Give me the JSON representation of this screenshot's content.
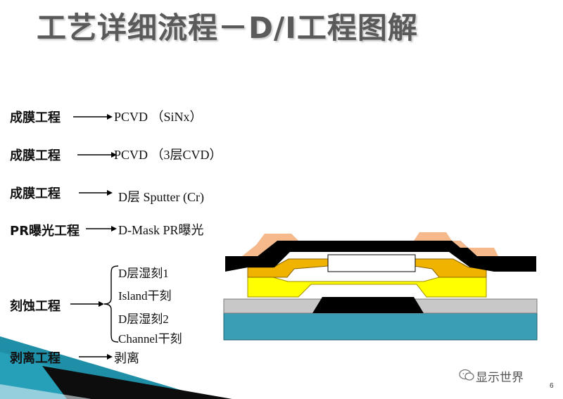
{
  "title": "工艺详细流程－D/I工程图解",
  "steps": [
    {
      "label": "成膜工程",
      "desc": "PCVD （SiNx）"
    },
    {
      "label": "成膜工程",
      "desc": "PCVD （3层CVD）"
    },
    {
      "label": "成膜工程",
      "desc": "D层 Sputter (Cr)"
    },
    {
      "label": "PR曝光工程",
      "desc": "D-Mask PR曝光"
    },
    {
      "label": "刻蚀工程",
      "sub_steps": [
        "D层湿刻1",
        "Island干刻",
        "D层湿刻2",
        "Channel干刻"
      ]
    },
    {
      "label": "剥离工程",
      "desc": "剥离"
    }
  ],
  "watermark": {
    "icon": "wechat-icon",
    "text": "显示世界"
  },
  "page_number": "6",
  "colors": {
    "substrate_teal": "#3a9fb5",
    "gray_layer": "#c8c8c8",
    "gate_black": "#000000",
    "yellow_layer": "#ffff00",
    "orange_layer": "#f0b400",
    "metal_black": "#000000",
    "photoresist_peach": "#f5b98c",
    "decor_teal": "#1f8fa8"
  }
}
